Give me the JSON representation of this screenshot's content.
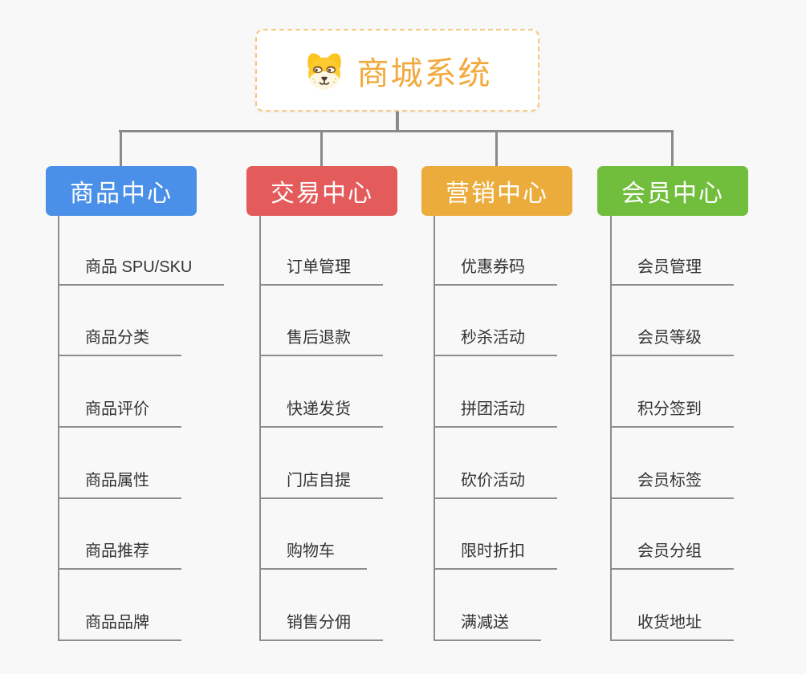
{
  "page": {
    "background_color": "#f8f8f8"
  },
  "root": {
    "title": "商城系统",
    "icon": "doge-icon",
    "text_color": "#f2a93d",
    "border_color": "#f6c882"
  },
  "connector_color": "#8a8a8a",
  "child_line_color": "#8d8d8d",
  "branches": [
    {
      "label": "商品中心",
      "color": "#4a90e8",
      "children": [
        "商品 SPU/SKU",
        "商品分类",
        "商品评价",
        "商品属性",
        "商品推荐",
        "商品品牌"
      ]
    },
    {
      "label": "交易中心",
      "color": "#e45b5b",
      "children": [
        "订单管理",
        "售后退款",
        "快递发货",
        "门店自提",
        "购物车",
        "销售分佣"
      ]
    },
    {
      "label": "营销中心",
      "color": "#ebac3c",
      "children": [
        "优惠券码",
        "秒杀活动",
        "拼团活动",
        "砍价活动",
        "限时折扣",
        "满减送"
      ]
    },
    {
      "label": "会员中心",
      "color": "#71be3d",
      "children": [
        "会员管理",
        "会员等级",
        "积分签到",
        "会员标签",
        "会员分组",
        "收货地址"
      ]
    }
  ]
}
